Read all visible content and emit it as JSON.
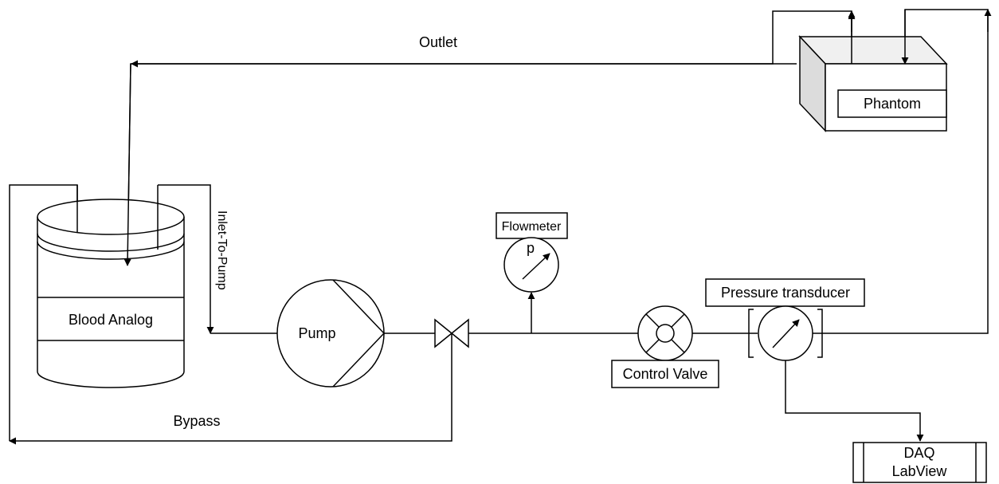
{
  "labels": {
    "outlet": "Outlet",
    "bypass": "Bypass",
    "inlet_to_pump": "Inlet-To-Pump",
    "blood_analog": "Blood Analog",
    "pump": "Pump",
    "flowmeter": "Flowmeter",
    "flowmeter_symbol": "p",
    "control_valve": "Control Valve",
    "pressure_transducer": "Pressure transducer",
    "phantom": "Phantom",
    "daq_line1": "DAQ",
    "daq_line2": "LabView"
  },
  "colors": {
    "stroke": "#000000",
    "background": "#ffffff",
    "phantom_side": "#dcdcdc",
    "phantom_top": "#f0f0f0"
  }
}
